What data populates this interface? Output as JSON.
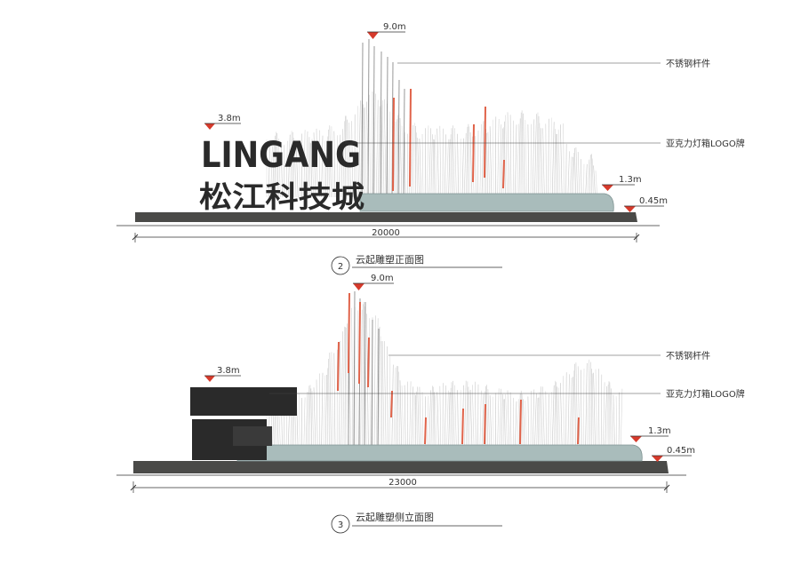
{
  "elevations": [
    {
      "number": "2",
      "title": "云起雕塑正面图",
      "dimension": "20000",
      "levels": {
        "top": "9.0m",
        "logo": "3.8m",
        "base": "1.3m",
        "ground": "0.45m"
      },
      "callouts": [
        "不锈钢杆件",
        "亚克力灯箱LOGO牌"
      ],
      "logo_text": {
        "line1": "LINGANG",
        "line2": "松江科技城"
      }
    },
    {
      "number": "3",
      "title": "云起雕塑侧立面图",
      "dimension": "23000",
      "levels": {
        "top": "9.0m",
        "logo": "3.8m",
        "base": "1.3m",
        "ground": "0.45m"
      },
      "callouts": [
        "不锈钢杆件",
        "亚克力灯箱LOGO牌"
      ]
    }
  ],
  "colors": {
    "marker": "#d63a2b",
    "rod": "#b9b9b9",
    "accent_rod": "#e0634a",
    "pool": "#a9bcbb",
    "plinth": "#4a4a48",
    "logo": "#2a2a2a"
  }
}
